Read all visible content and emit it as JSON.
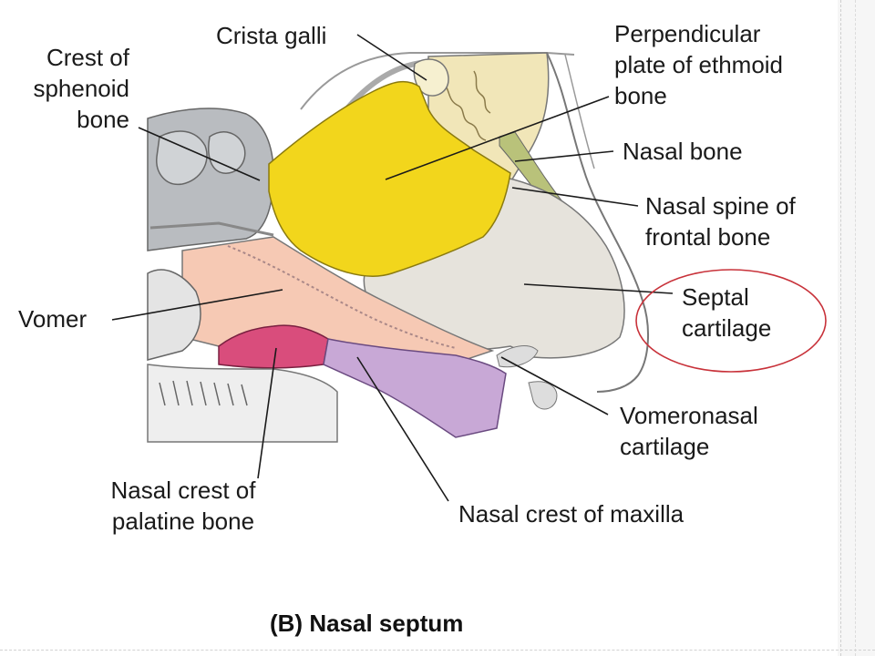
{
  "figure": {
    "caption": "(B) Nasal septum",
    "labels": {
      "crista_galli": "Crista galli",
      "crest_sphenoid": [
        "Crest of",
        "sphenoid",
        "bone"
      ],
      "perpendicular_plate": [
        "Perpendicular",
        "plate of ethmoid",
        "bone"
      ],
      "nasal_bone": "Nasal bone",
      "nasal_spine": [
        "Nasal spine of",
        "frontal bone"
      ],
      "septal_cartilage": [
        "Septal",
        "cartilage"
      ],
      "vomer": "Vomer",
      "vomeronasal_cartilage": [
        "Vomeronasal",
        "cartilage"
      ],
      "nasal_crest_palatine": [
        "Nasal crest of",
        "palatine bone"
      ],
      "nasal_crest_maxilla": "Nasal crest of maxilla"
    },
    "colors": {
      "perpendicular_plate": "#f2d61c",
      "septal_cartilage": "#e6e3dc",
      "vomer": "#f6c9b4",
      "palatine_crest": "#d94d7c",
      "maxilla_crest": "#c8a8d6",
      "frontal": "#f1e6b8",
      "nasal_bone": "#b9c27a",
      "sphenoid": "#b9bcc0",
      "highlight_ellipse": "#c8323a"
    }
  }
}
